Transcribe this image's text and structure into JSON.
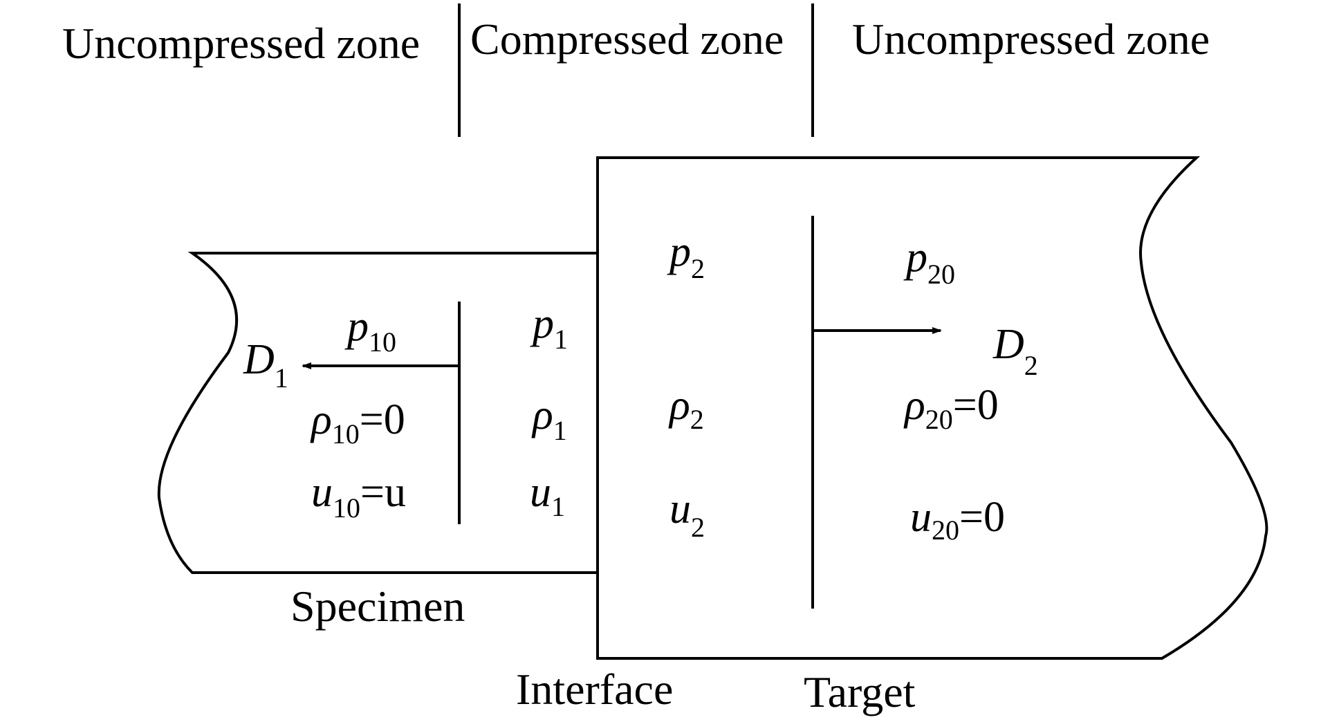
{
  "zones": {
    "left": "Uncompressed zone",
    "middle": "Compressed zone",
    "right": "Uncompressed zone"
  },
  "labels": {
    "specimen": "Specimen",
    "interface": "Interface",
    "target": "Target"
  },
  "specimen_vars": {
    "p10": {
      "base": "p",
      "sub": "10"
    },
    "D1": {
      "base": "D",
      "sub": "1"
    },
    "rho10": {
      "base": "ρ",
      "sub": "10",
      "rhs": "=0"
    },
    "u10": {
      "base": "u",
      "sub": "10",
      "rhs": "=u"
    },
    "p1": {
      "base": "p",
      "sub": "1"
    },
    "rho1": {
      "base": "ρ",
      "sub": "1"
    },
    "u1": {
      "base": "u",
      "sub": "1"
    }
  },
  "target_vars": {
    "p2": {
      "base": "p",
      "sub": "2"
    },
    "rho2": {
      "base": "ρ",
      "sub": "2"
    },
    "u2": {
      "base": "u",
      "sub": "2"
    },
    "p20": {
      "base": "p",
      "sub": "20"
    },
    "D2": {
      "base": "D",
      "sub": "2"
    },
    "rho20": {
      "base": "ρ",
      "sub": "20",
      "rhs": "=0"
    },
    "u20": {
      "base": "u",
      "sub": "20",
      "rhs": "=0"
    }
  },
  "colors": {
    "ink": "#000000",
    "background": "#ffffff"
  }
}
